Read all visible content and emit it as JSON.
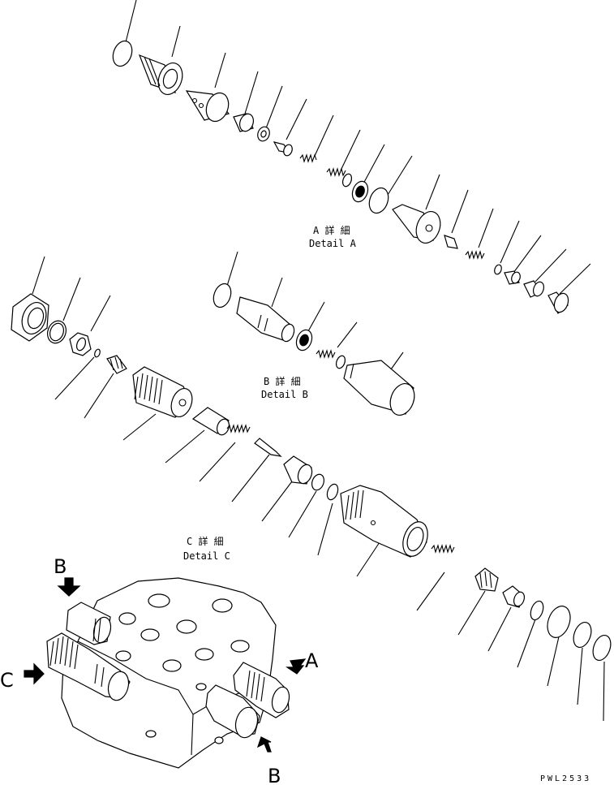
{
  "details": {
    "a": {
      "jp": "A 詳 細",
      "en": "Detail A"
    },
    "b": {
      "jp": "B 詳 細",
      "en": "Detail B"
    },
    "c": {
      "jp": "C 詳 細",
      "en": "Detail C"
    }
  },
  "view_markers": {
    "b_top": "B",
    "c_left": "C",
    "a_right": "A",
    "b_bottom": "B"
  },
  "drawing_code": "PWL2533"
}
